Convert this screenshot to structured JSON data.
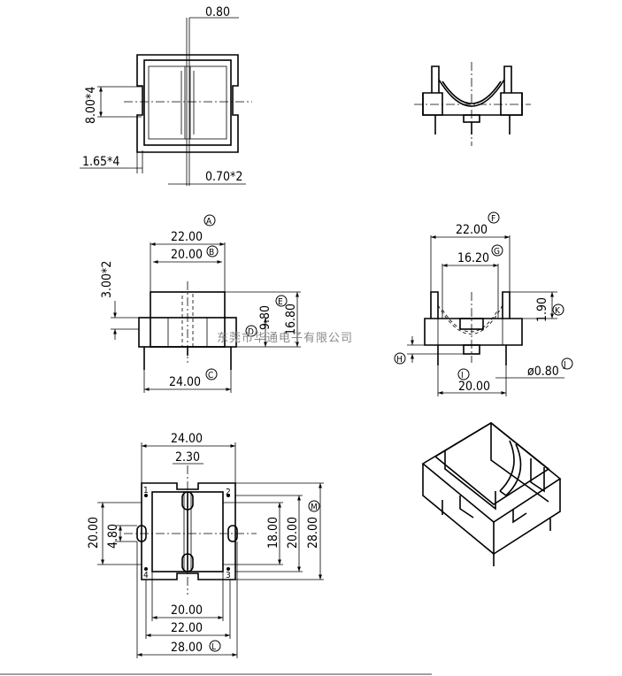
{
  "title": "",
  "views": {
    "top_view": {
      "dims": {
        "slot_width": "0.80",
        "pin_height": "8.00*4",
        "pin_offset": "1.65*4",
        "pin_thickness": "0.70*2"
      }
    },
    "front_view": {
      "dims": {
        "a_width": "22.00",
        "b_width": "20.00",
        "step": "3.00*2",
        "e_height": "16.80",
        "d_value": "9.80",
        "c_width": "24.00"
      },
      "callouts": {
        "a": "A",
        "b": "B",
        "c": "C",
        "d": "D",
        "e": "E"
      }
    },
    "side_view": {
      "dims": {
        "f_width": "22.00",
        "g_width": "16.20",
        "k_height": "1.90",
        "pin_dia": "ø0.80",
        "i_width": "20.00"
      },
      "callouts": {
        "f": "F",
        "g": "G",
        "h": "H",
        "i": "I",
        "j": "J",
        "k": "K"
      }
    },
    "bottom_view": {
      "dims": {
        "top_width": "24.00",
        "slot_pitch": "2.30",
        "left_height": "20.00",
        "left_inner": "4.80",
        "right_inner": "18.00",
        "right_mid": "20.00",
        "right_outer": "28.00",
        "bottom_inner": "20.00",
        "bottom_mid": "22.00",
        "bottom_outer": "28.00"
      },
      "pin_numbers": [
        "1",
        "2",
        "3",
        "4"
      ],
      "callouts": {
        "l": "L",
        "m": "M"
      }
    }
  },
  "watermark": "东莞市华通电子有限公司"
}
